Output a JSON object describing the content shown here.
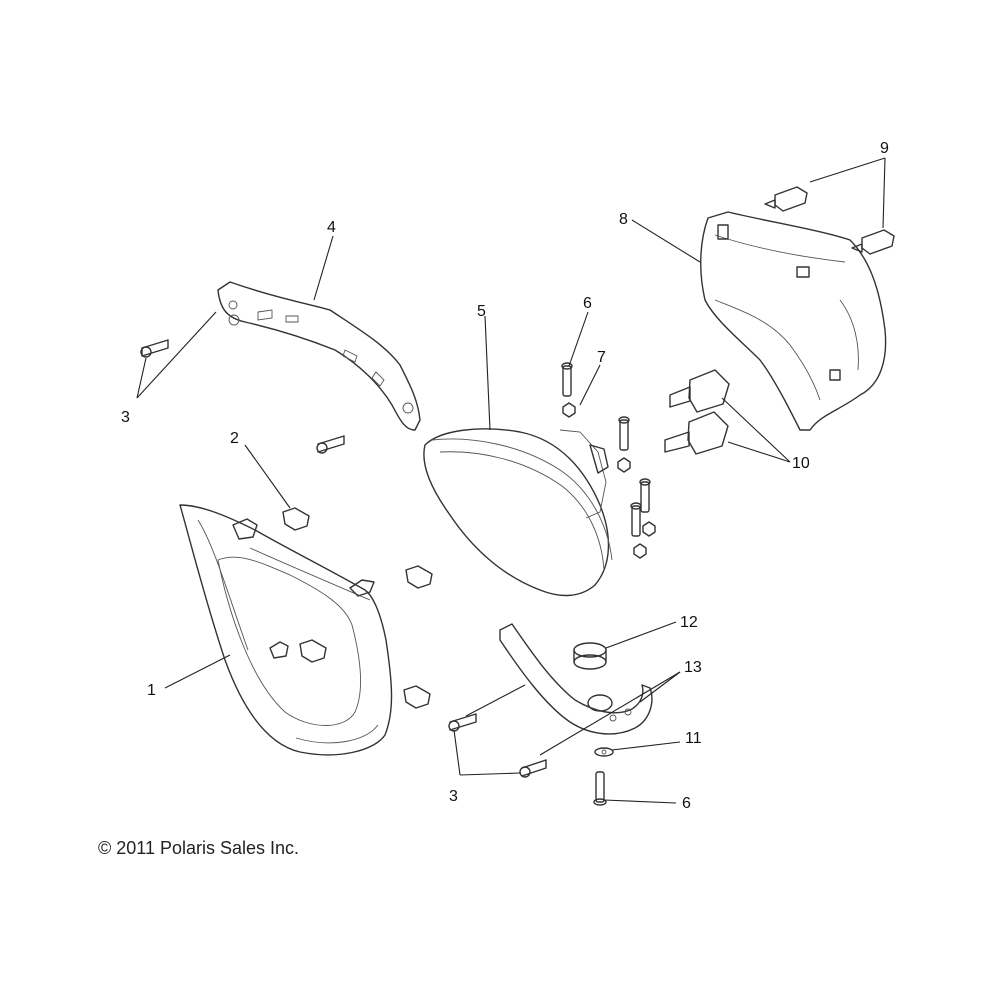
{
  "diagram": {
    "callouts": [
      {
        "id": "1",
        "label": "1"
      },
      {
        "id": "2",
        "label": "2"
      },
      {
        "id": "3a",
        "label": "3"
      },
      {
        "id": "3b",
        "label": "3"
      },
      {
        "id": "4",
        "label": "4"
      },
      {
        "id": "5",
        "label": "5"
      },
      {
        "id": "6a",
        "label": "6"
      },
      {
        "id": "6b",
        "label": "6"
      },
      {
        "id": "7",
        "label": "7"
      },
      {
        "id": "8",
        "label": "8"
      },
      {
        "id": "9",
        "label": "9"
      },
      {
        "id": "10",
        "label": "10"
      },
      {
        "id": "11",
        "label": "11"
      },
      {
        "id": "12",
        "label": "12"
      },
      {
        "id": "13",
        "label": "13"
      }
    ],
    "copyright": "© 2011 Polaris Sales Inc."
  }
}
